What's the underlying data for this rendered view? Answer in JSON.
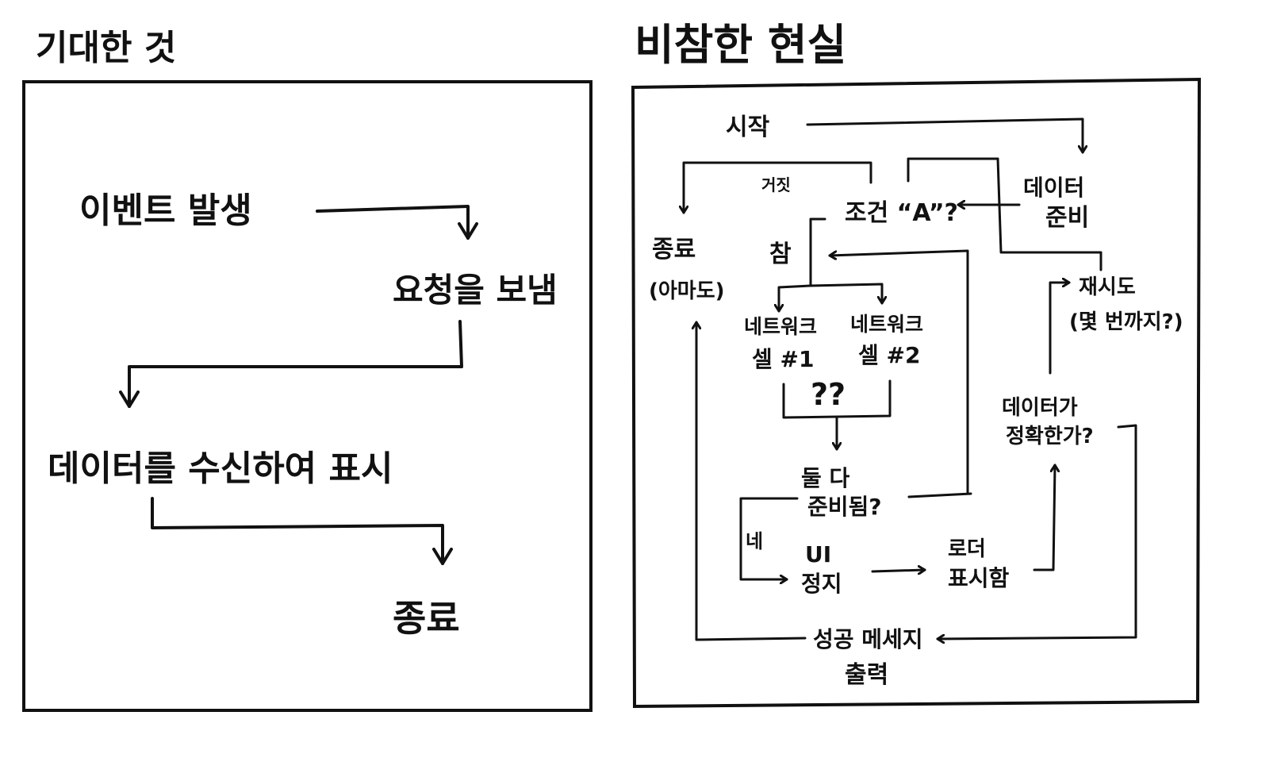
{
  "left": {
    "title": "기대한 것",
    "nodes": {
      "event": "이벤트 발생",
      "request": "요청을 보냄",
      "receive": "데이터를 수신하여 표시",
      "end": "종료"
    }
  },
  "right": {
    "title": "비참한 현실",
    "nodes": {
      "start": "시작",
      "false_label": "거짓",
      "condition": "조건 “A”?",
      "data_ready_1": "데이터",
      "data_ready_2": "준비",
      "end_1": "종료",
      "end_2": "(아마도)",
      "true_label": "참",
      "retry_1": "재시도",
      "retry_2": "(몇 번까지?)",
      "net1_1": "네트워크",
      "net1_2": "셀 #1",
      "net2_1": "네트워크",
      "net2_2": "셀 #2",
      "qq": "??",
      "accurate_1": "데이터가",
      "accurate_2": "정확한가?",
      "both_1": "둘 다",
      "both_2": "준비됨?",
      "yes_label": "네",
      "ui_1": "UI",
      "ui_2": "정지",
      "loader_1": "로더",
      "loader_2": "표시함",
      "success_1": "성공 메세지",
      "success_2": "출력"
    }
  }
}
